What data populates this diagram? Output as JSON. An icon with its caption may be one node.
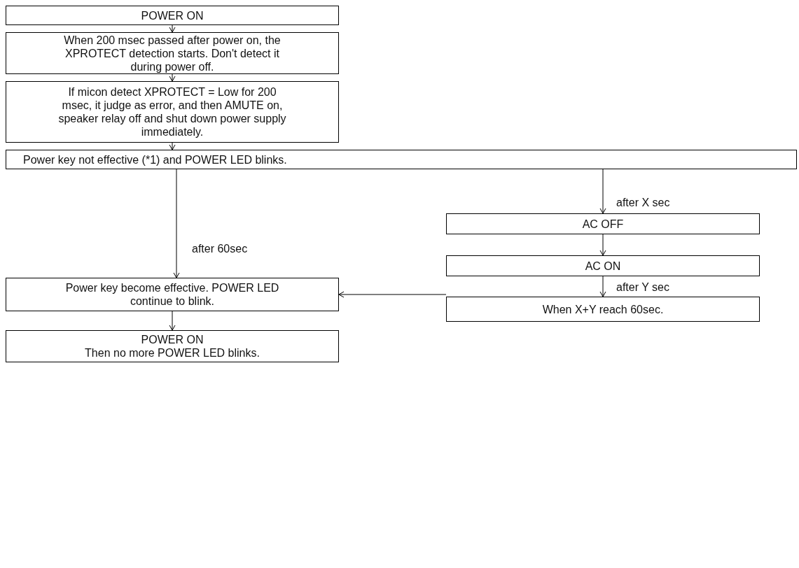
{
  "diagram": {
    "nodes": [
      {
        "text": [
          "POWER ON"
        ]
      },
      {
        "text": [
          "When 200 msec passed after power on, the XPROTECT detection starts. Don't detect it during power off."
        ]
      },
      {
        "text": [
          "If micon detect XPROTECT = Low for 200 msec, it judge as error, and then AMUTE on, speaker relay off and shut down power supply immediately."
        ]
      },
      {
        "text": [
          "Power key not effective (*1) and POWER LED blinks."
        ]
      },
      {
        "text": [
          "AC OFF"
        ]
      },
      {
        "text": [
          "AC ON"
        ]
      },
      {
        "text": [
          "When X+Y reach 60sec."
        ]
      },
      {
        "text": [
          "Power key become effective. POWER LED continue to blink."
        ]
      },
      {
        "text": [
          "POWER ON",
          "Then no more POWER LED blinks."
        ]
      }
    ],
    "edges": [
      {
        "from": 0,
        "to": 1,
        "arrow": "to"
      },
      {
        "from": 1,
        "to": 2,
        "arrow": "to"
      },
      {
        "from": 2,
        "to": 3,
        "arrow": "to"
      },
      {
        "from": 3,
        "to": 7,
        "arrow": "to",
        "label": "after 60sec"
      },
      {
        "from": 3,
        "to": 4,
        "arrow": "to",
        "label": "after X sec"
      },
      {
        "from": 4,
        "to": 5,
        "arrow": "to"
      },
      {
        "from": 5,
        "to": 6,
        "arrow": "to",
        "label": "after Y sec"
      },
      {
        "from": 6,
        "to": 7,
        "arrow": "to"
      },
      {
        "from": 7,
        "to": 8,
        "arrow": "to"
      }
    ]
  }
}
